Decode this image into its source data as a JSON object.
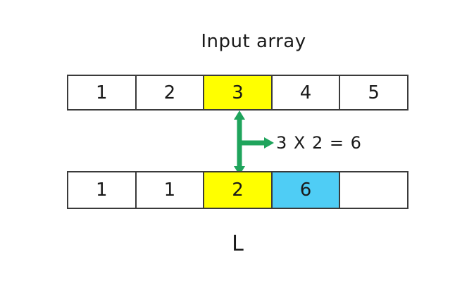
{
  "title": "Input array",
  "colors": {
    "highlight_yellow": "#FFFF00",
    "highlight_cyan": "#4FCDF5",
    "arrow_green": "#1FA45C",
    "border_dark": "#3A3A3A",
    "background": "#FFFFFF",
    "text": "#1A1A1A"
  },
  "arrays": {
    "input": {
      "cells": [
        {
          "value": "1",
          "bg": ""
        },
        {
          "value": "2",
          "bg": ""
        },
        {
          "value": "3",
          "bg": "#FFFF00"
        },
        {
          "value": "4",
          "bg": ""
        },
        {
          "value": "5",
          "bg": ""
        }
      ]
    },
    "output": {
      "cells": [
        {
          "value": "1",
          "bg": ""
        },
        {
          "value": "1",
          "bg": ""
        },
        {
          "value": "2",
          "bg": "#FFFF00"
        },
        {
          "value": "6",
          "bg": "#4FCDF5"
        },
        {
          "value": "",
          "bg": ""
        }
      ]
    }
  },
  "annotation": {
    "equation": "3 X 2 = 6"
  },
  "bottom_label": "L"
}
